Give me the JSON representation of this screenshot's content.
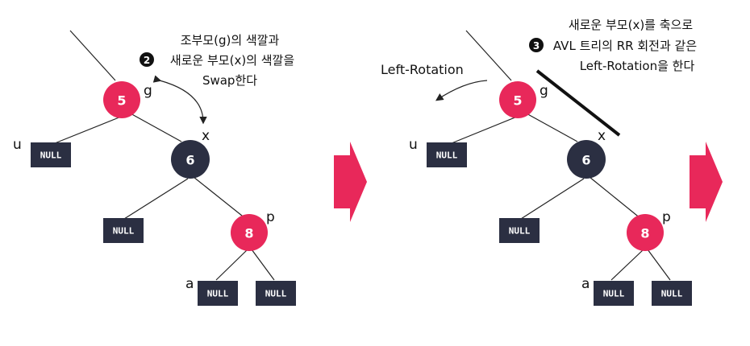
{
  "left_panel": {
    "nodes": {
      "g": "5",
      "x": "6",
      "p": "8"
    },
    "nil_label": "NULL",
    "tags": {
      "g": "g",
      "x": "x",
      "p": "p",
      "u": "u",
      "a": "a"
    },
    "note": {
      "line1": "조부모(g)의 색깔과",
      "badge": "2",
      "line2": "새로운 부모(x)의 색깔을",
      "line3": "Swap한다"
    }
  },
  "right_panel": {
    "nodes": {
      "g": "5",
      "x": "6",
      "p": "8"
    },
    "nil_label": "NULL",
    "tags": {
      "g": "g",
      "x": "x",
      "p": "p",
      "u": "u",
      "a": "a"
    },
    "rotation_label": "Left-Rotation",
    "note": {
      "line1": "새로운 부모(x)를 축으로",
      "badge": "3",
      "line2": "AVL 트리의 RR 회전과 같은",
      "line3": "Left-Rotation을 한다"
    }
  },
  "colors": {
    "red_node": "#e8285a",
    "dark_node": "#2b2f42",
    "arrow": "#e8285a"
  }
}
